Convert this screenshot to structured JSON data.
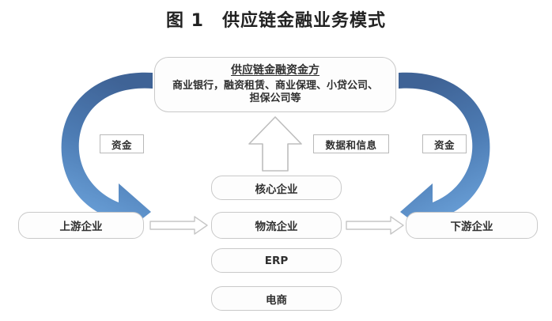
{
  "figure": {
    "title": "图 1　供应链金融业务模式",
    "type": "flow-diagram",
    "background_color": "#ffffff"
  },
  "nodes": {
    "funder": {
      "name": "供应链金融资金方",
      "detail": "商业银行，融资租赁、商业保理、小贷公司、\n担保公司等",
      "shape": "rounded-rect",
      "border_color": "#c9c9c9"
    },
    "core_enterprise": {
      "label": "核心企业"
    },
    "logistics_enterprise": {
      "label": "物流企业"
    },
    "erp": {
      "label": "ERP"
    },
    "ecommerce": {
      "label": "电商"
    },
    "upstream": {
      "label": "上游企业"
    },
    "downstream": {
      "label": "下游企业"
    }
  },
  "edge_labels": {
    "funds_left": "资金",
    "data_info": "数据和信息",
    "funds_right": "资金"
  },
  "arrows": [
    {
      "id": "left-curve",
      "from": "funder",
      "to": "upstream",
      "style": "curved-block",
      "direction": "down-left-loop",
      "color_start": "#44699b",
      "color_end": "#6ba3dd"
    },
    {
      "id": "right-curve",
      "from": "funder",
      "to": "downstream",
      "style": "curved-block",
      "direction": "down-right-loop",
      "color_start": "#44699b",
      "color_end": "#6ba3dd"
    },
    {
      "id": "center-up",
      "from": "core_enterprise",
      "to": "funder",
      "style": "outlined-block",
      "direction": "up",
      "color": "#ffffff",
      "outline": "#bdbdbd"
    },
    {
      "id": "up-to-logi",
      "from": "upstream",
      "to": "logistics_enterprise",
      "style": "outlined-block",
      "direction": "right",
      "color": "#ffffff",
      "outline": "#c6c6c6"
    },
    {
      "id": "logi-to-down",
      "from": "logistics_enterprise",
      "to": "downstream",
      "style": "outlined-block",
      "direction": "right",
      "color": "#ffffff",
      "outline": "#c6c6c6"
    }
  ],
  "colors": {
    "arrow_blue_dark": "#44699b",
    "arrow_blue_light": "#6ba3dd",
    "box_border": "#c9c9c9",
    "label_border": "#b9b9b9",
    "text": "#2f2f2f"
  }
}
